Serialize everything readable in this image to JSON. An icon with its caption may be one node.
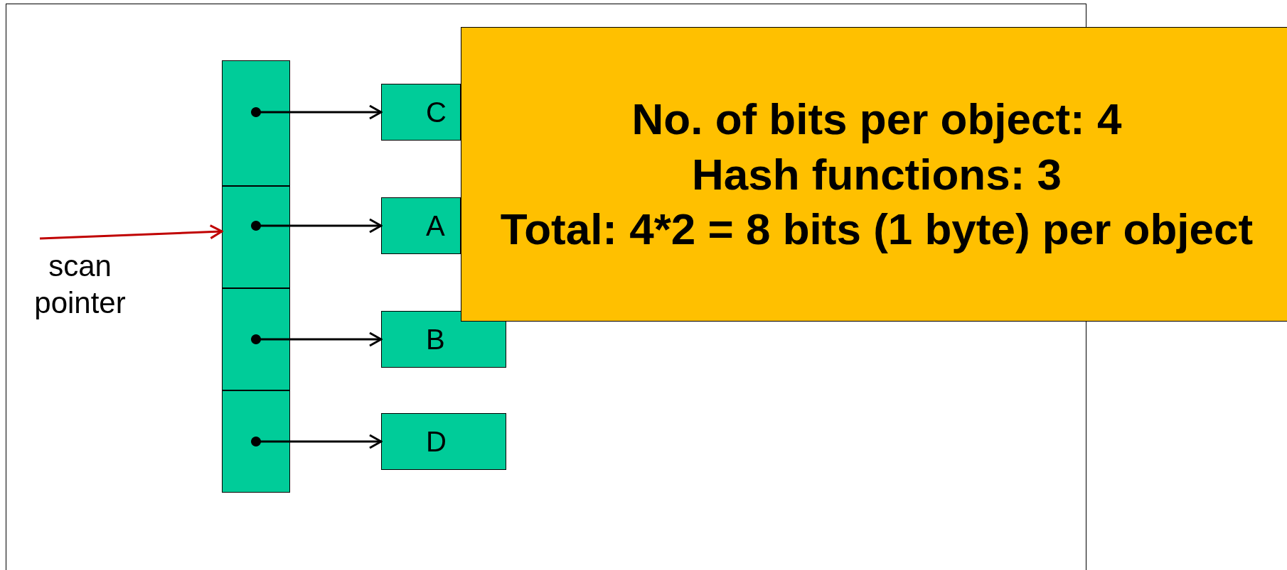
{
  "diagram": {
    "nodes": [
      {
        "text": [],
        "shape": "box"
      },
      {
        "text": [],
        "shape": "box"
      },
      {
        "text": [],
        "shape": "box"
      },
      {
        "text": [],
        "shape": "box"
      },
      {
        "text": [
          "C"
        ]
      },
      {
        "text": [
          "A"
        ]
      },
      {
        "text": [
          "B"
        ]
      },
      {
        "text": [
          "D"
        ]
      },
      {
        "text": [
          "scan pointer"
        ]
      },
      {
        "text": [
          "No. of bits per object: 4",
          "Hash functions: 3",
          "Total: 4*2 = 8 bits (1 byte) per object"
        ]
      }
    ],
    "edges": [
      {
        "from": 0,
        "to": 4,
        "arrow": "to"
      },
      {
        "from": 1,
        "to": 5,
        "arrow": "to"
      },
      {
        "from": 2,
        "to": 6,
        "arrow": "to"
      },
      {
        "from": 3,
        "to": 7,
        "arrow": "to"
      },
      {
        "from": 8,
        "to": 1,
        "arrow": "to",
        "color": "#c00000"
      }
    ]
  }
}
